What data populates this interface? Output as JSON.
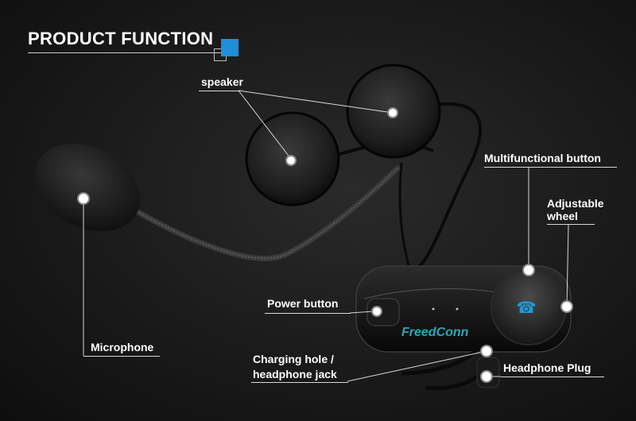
{
  "header": {
    "title": "PRODUCT FUNCTION"
  },
  "labels": {
    "speaker": "speaker",
    "multifunctional_button": "Multifunctional button",
    "adjustable_wheel_line1": "Adjustable",
    "adjustable_wheel_line2": "wheel",
    "power_button": "Power button",
    "microphone": "Microphone",
    "charging_line1": "Charging hole /",
    "charging_line2": "headphone jack",
    "headphone_plug": "Headphone Plug"
  },
  "brand": {
    "logo_text": "FreedConn"
  },
  "colors": {
    "accent": "#1e8fd8",
    "logo": "#2aa8b8",
    "phone_icon": "#1e9bd8"
  }
}
